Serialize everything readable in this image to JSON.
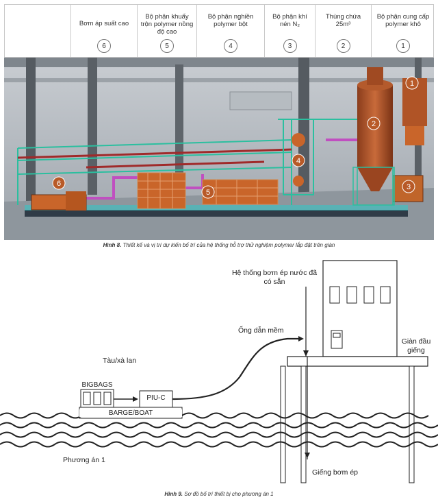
{
  "figure8": {
    "columns": [
      {
        "label": "",
        "number": ""
      },
      {
        "label": "Bơm áp suất cao",
        "number": "6"
      },
      {
        "label": "Bộ phận khuấy trộn polymer nồng độ cao",
        "number": "5"
      },
      {
        "label": "Bộ phận nghiền polymer bột",
        "number": "4"
      },
      {
        "label": "Bộ phận khí nén N₂",
        "number": "3"
      },
      {
        "label": "Thùng chứa 25m³",
        "number": "2"
      },
      {
        "label": "Bộ phận cung cấp polymer khô",
        "number": "1"
      }
    ],
    "render_markers": [
      "1",
      "2",
      "3",
      "4",
      "5",
      "6"
    ],
    "caption_label": "Hình 8.",
    "caption_text": " Thiết kế và vị trí dự kiến bố trí của hệ thống hỗ trợ thử nghiệm polymer lắp đặt trên giàn"
  },
  "figure9": {
    "existing_system": "Hệ thống bơm ép nước đã có sẵn",
    "hose": "Ống dẫn mềm",
    "wellhead_platform": "Giàn đầu giếng",
    "vessel": "Tàu/xà lan",
    "bigbags": "BIGBAGS",
    "piu": "PIU-C",
    "barge": "BARGE/BOAT",
    "option": "Phương án 1",
    "injection_well": "Giếng bơm ép",
    "caption_label": "Hình 9.",
    "caption_text": " Sơ đồ bố trí thiết bị cho phương án 1"
  }
}
